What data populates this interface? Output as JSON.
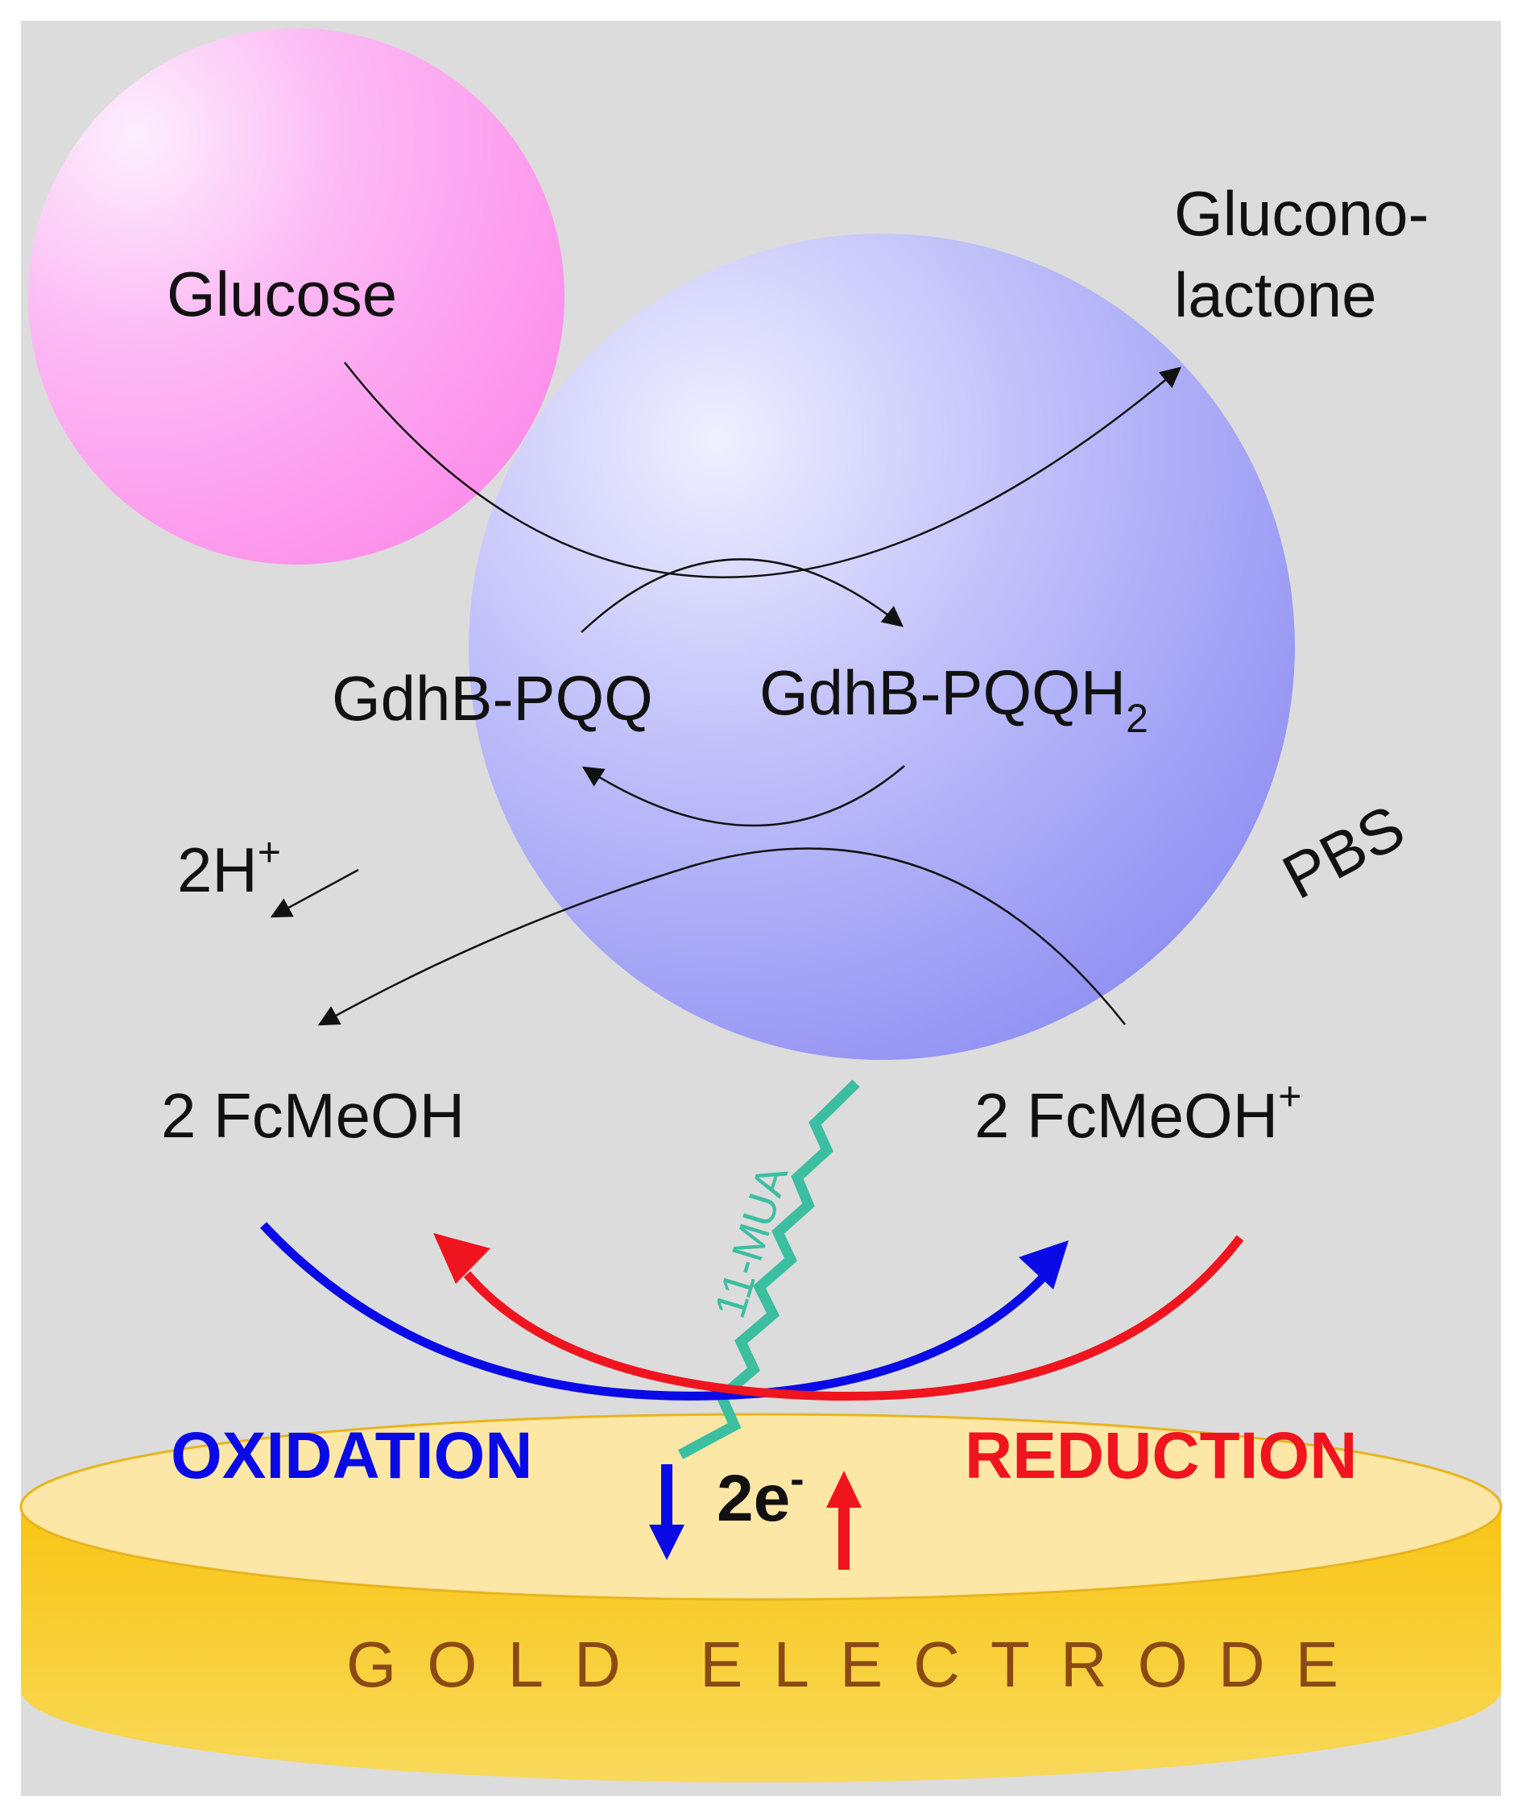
{
  "labels": {
    "glucose": "Glucose",
    "gluconolactone_1": "Glucono-",
    "gluconolactone_2": "lactone",
    "gdhb_pqq": "GdhB-PQQ",
    "gdhb_pqqh2_main": "GdhB-PQQH",
    "gdhb_pqqh2_sub": "2",
    "protons_main": "2H",
    "protons_sup": "+",
    "pbs": "PBS",
    "fcmeoh": "2 FcMeOH",
    "fcmeoh_plus_main": "2 FcMeOH",
    "fcmeoh_plus_sup": "+",
    "linker": "11-MUA",
    "oxidation": "OXIDATION",
    "reduction": "REDUCTION",
    "electrons_main": "2e",
    "electrons_sup": "-",
    "electrode": "GOLD ELECTRODE"
  },
  "colors": {
    "background": "#dcdcdc",
    "glucose_sphere": "#ff9cf0",
    "enzyme_sphere": "#9c9cf6",
    "linker": "#3cbea0",
    "oxidation": "#0a0ae6",
    "reduction": "#f0141e",
    "electrode_top": "#fde7a6",
    "electrode_side": "#f7bf12",
    "electrode_text": "#8b4a14"
  }
}
